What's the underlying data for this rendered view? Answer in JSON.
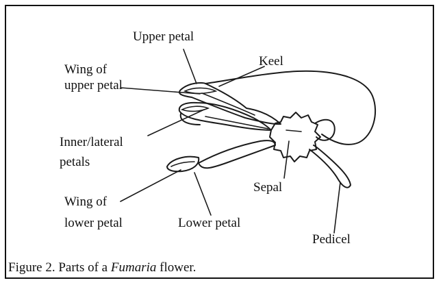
{
  "figure": {
    "labels": {
      "upper_petal": "Upper petal",
      "keel": "Keel",
      "wing_upper_line1": "Wing of",
      "wing_upper_line2": "upper petal",
      "inner_lateral_line1": "Inner/lateral",
      "inner_lateral_line2": "petals",
      "sepal": "Sepal",
      "wing_lower_line1": "Wing of",
      "wing_lower_line2": "lower petal",
      "lower_petal": "Lower petal",
      "pedicel": "Pedicel"
    },
    "caption": {
      "prefix": "Figure 2.  Parts of a ",
      "genus": "Fumaria",
      "suffix": " flower."
    }
  }
}
